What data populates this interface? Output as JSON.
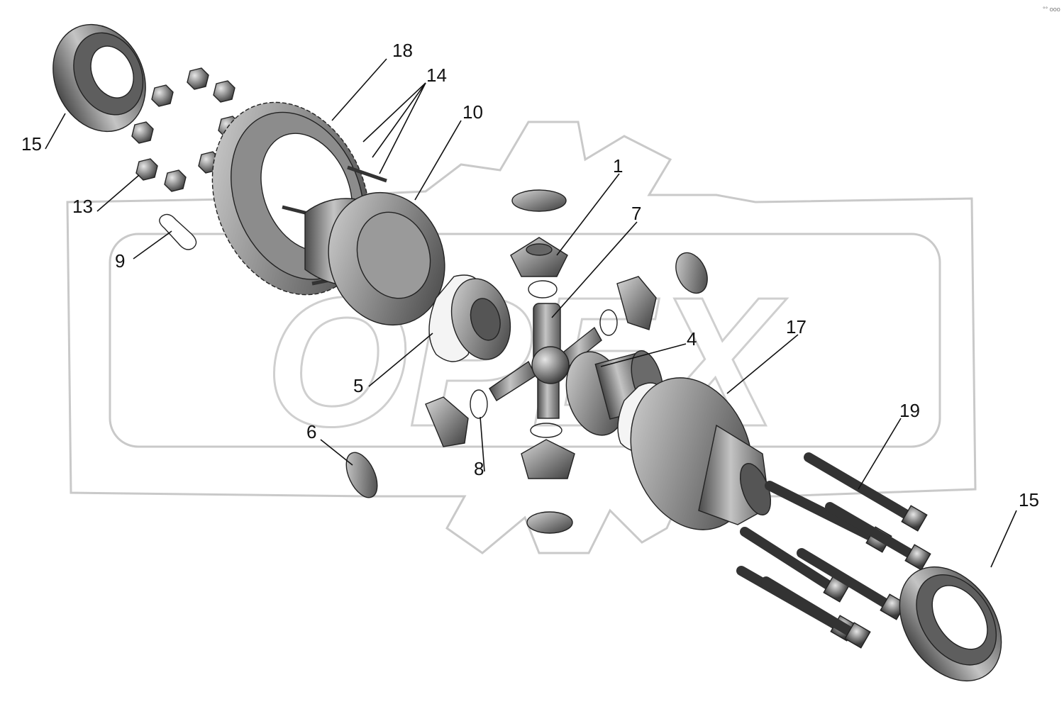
{
  "corner_mark": "°° ooo",
  "watermark": "ОРЕХ",
  "callouts": [
    {
      "id": "15a",
      "text": "15"
    },
    {
      "id": "18",
      "text": "18"
    },
    {
      "id": "14",
      "text": "14"
    },
    {
      "id": "10",
      "text": "10"
    },
    {
      "id": "13",
      "text": "13"
    },
    {
      "id": "9",
      "text": "9"
    },
    {
      "id": "1",
      "text": "1"
    },
    {
      "id": "7",
      "text": "7"
    },
    {
      "id": "4",
      "text": "4"
    },
    {
      "id": "17",
      "text": "17"
    },
    {
      "id": "5",
      "text": "5"
    },
    {
      "id": "6",
      "text": "6"
    },
    {
      "id": "8",
      "text": "8"
    },
    {
      "id": "19",
      "text": "19"
    },
    {
      "id": "15b",
      "text": "15"
    }
  ]
}
